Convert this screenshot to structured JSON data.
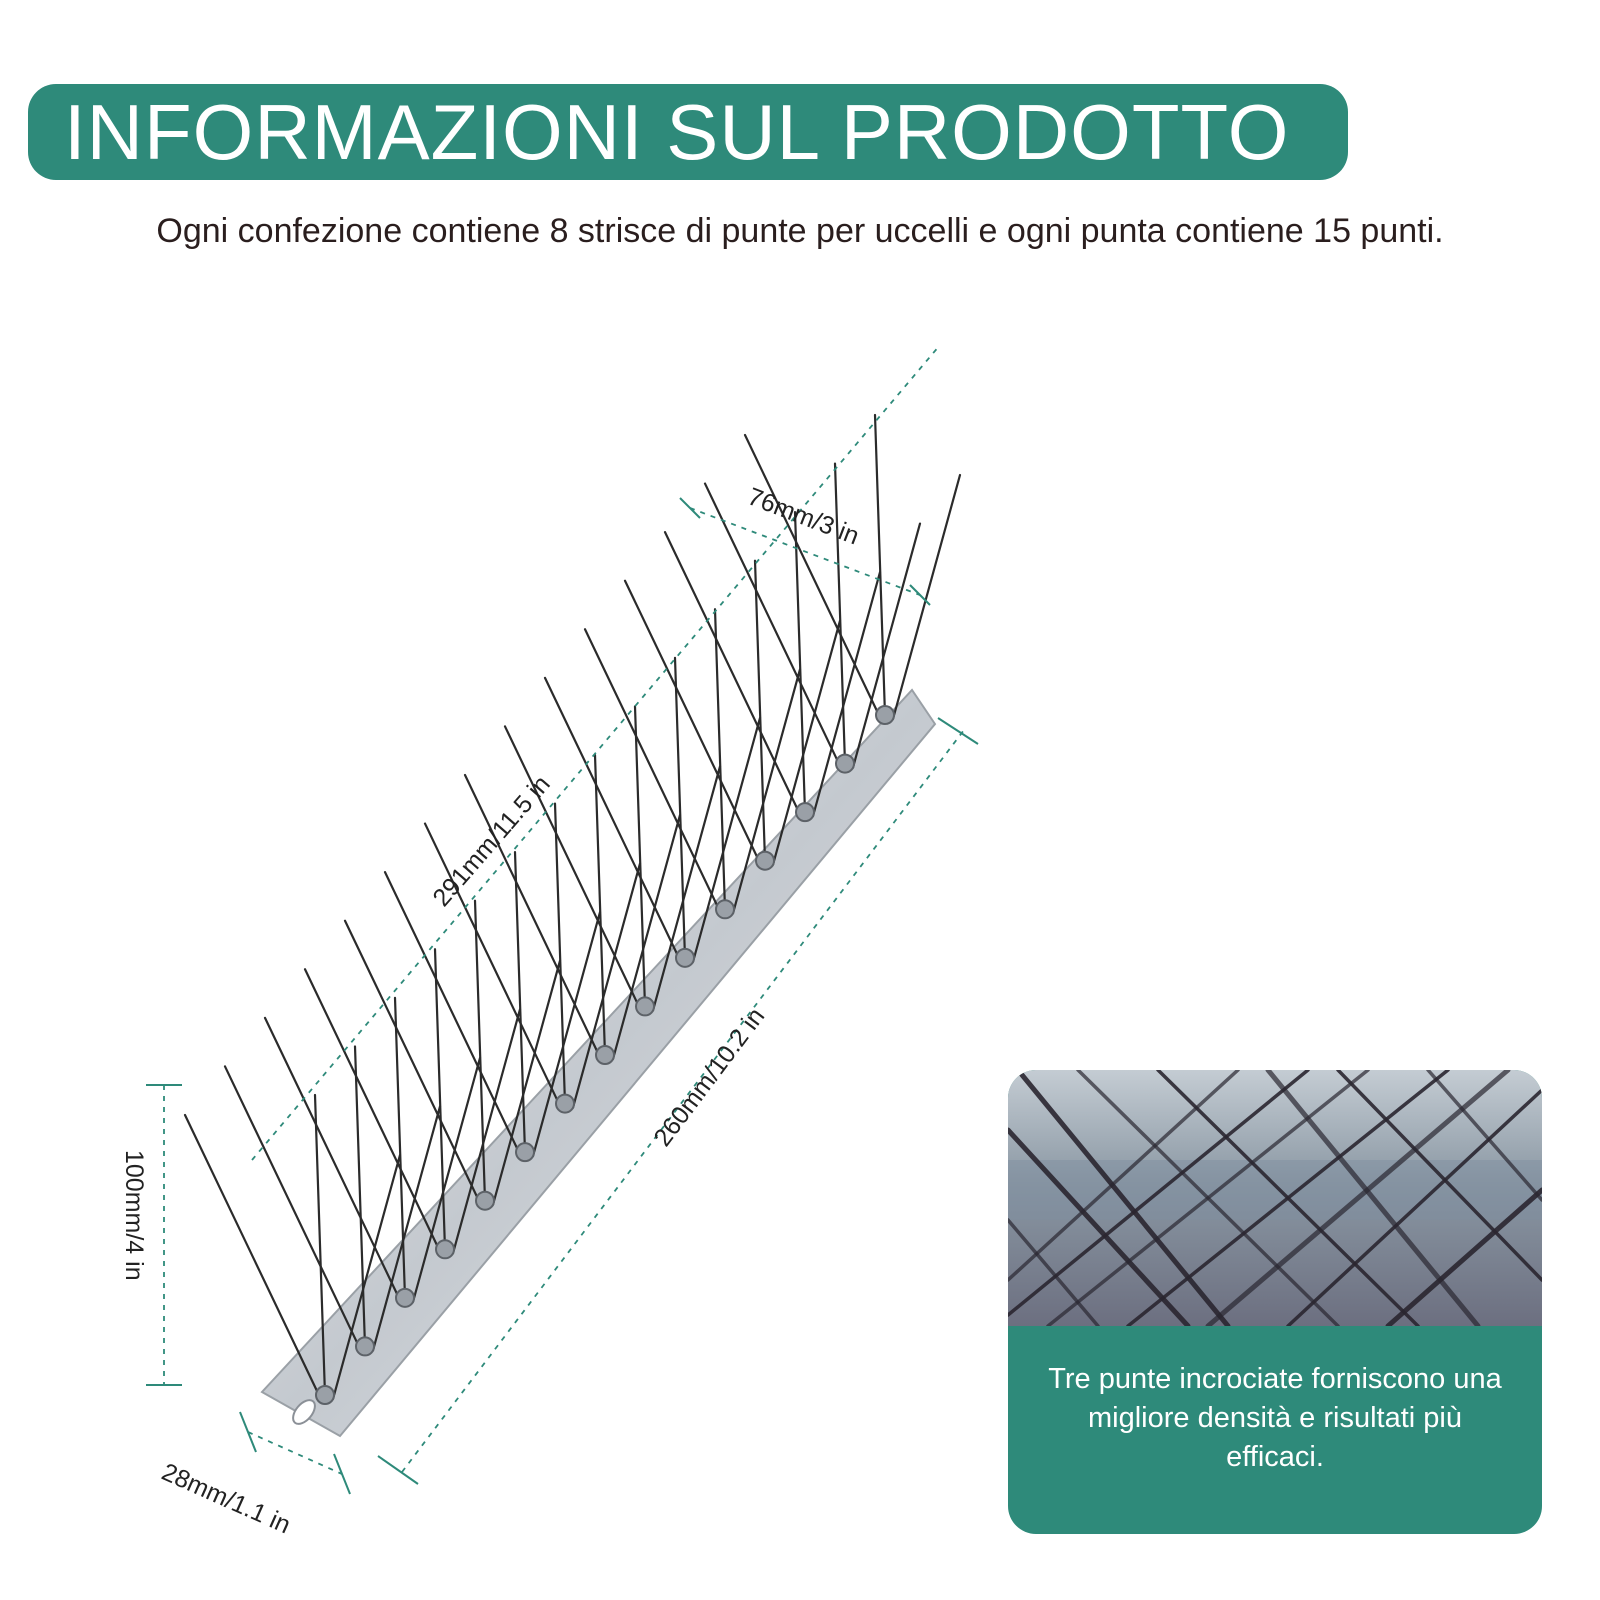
{
  "header": {
    "title": "INFORMAZIONI SUL PRODOTTO",
    "subtitle": "Ogni confezione contiene 8 strisce di punte per uccelli e ogni punta contiene 15 punti."
  },
  "dimensions": {
    "spike_spread": "76mm/3 in",
    "total_length": "291mm/11.5 in",
    "base_length": "260mm/10.2 in",
    "spike_height": "100mm/4 in",
    "base_width": "28mm/1.1 in"
  },
  "inset": {
    "caption": "Tre punte incrociate forniscono una migliore densità e risultati più efficaci."
  },
  "colors": {
    "accent": "#2e8a7a",
    "dimension_line": "#2e8a7a",
    "spike": "#2b2b2b",
    "base": "#c9ced4"
  }
}
